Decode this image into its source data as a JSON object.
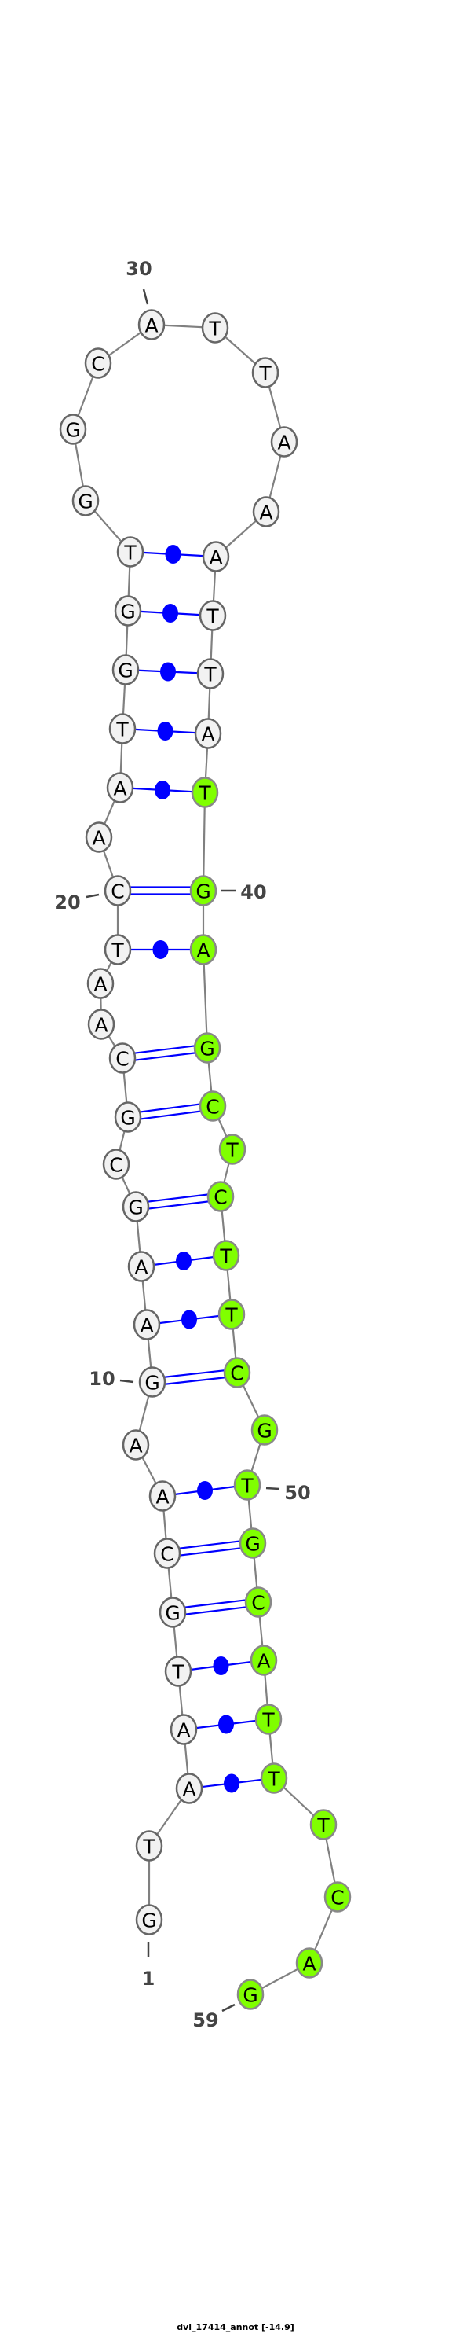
{
  "title": "dvi_17414_annot [-14.9]",
  "sequence": "GTAATGCAAGAAGCGCAATCAATGGTGGCATTAAATTATGAGCTCTTCGTGCATTTCAG",
  "highlighted_range": [
    39,
    59
  ],
  "pairs": [
    [
      3,
      55
    ],
    [
      4,
      54
    ],
    [
      5,
      53
    ],
    [
      6,
      52
    ],
    [
      7,
      51
    ],
    [
      8,
      50
    ],
    [
      10,
      48
    ],
    [
      11,
      47
    ],
    [
      12,
      46
    ],
    [
      13,
      45
    ],
    [
      15,
      43
    ],
    [
      16,
      42
    ],
    [
      19,
      41
    ],
    [
      20,
      40
    ],
    [
      22,
      39
    ],
    [
      23,
      38
    ],
    [
      24,
      37
    ],
    [
      25,
      36
    ],
    [
      26,
      35
    ]
  ],
  "numbering": [
    {
      "index": 1,
      "text": "1"
    },
    {
      "index": 10,
      "text": "10"
    },
    {
      "index": 20,
      "text": "20"
    },
    {
      "index": 30,
      "text": "30"
    },
    {
      "index": 40,
      "text": "40"
    },
    {
      "index": 50,
      "text": "50"
    },
    {
      "index": 59,
      "text": "59"
    }
  ],
  "colors": {
    "default_fill": "#f2f2f2",
    "highlight_fill": "#80ff00",
    "pair_color": "#0000ff",
    "backbone": "#808080"
  }
}
